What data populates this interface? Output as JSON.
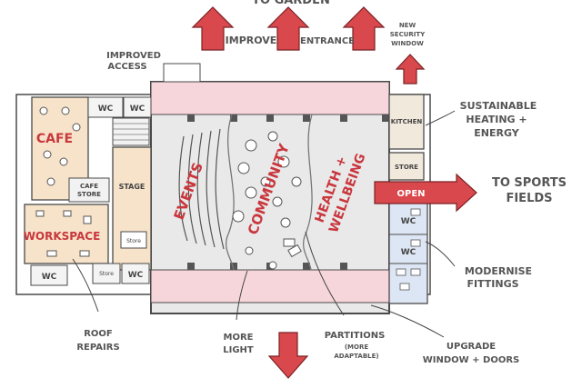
{
  "colors": {
    "outline": "#4a4a4a",
    "hall_floor": "#e9e9e9",
    "pink_band": "#f6d6da",
    "peach": "#f7e3c9",
    "blue_wc": "#dde6f4",
    "red": "#d9484c",
    "dark_red": "#b8343a",
    "annot": "#555555"
  },
  "top_text": "TO GARDEN",
  "arrow_labels": {
    "improve": "IMPROVE",
    "entrance": "ENTRANCE",
    "new_security_window": [
      "NEW",
      "SECURITY",
      "WINDOW"
    ],
    "open": "OPEN"
  },
  "zones": {
    "events": "EVENTS",
    "community": "COMMUNITY",
    "health": [
      "HEALTH +",
      "WELLBEING"
    ],
    "cafe": "CAFE",
    "workspace": "WORKSPACE"
  },
  "rooms": {
    "wc": "WC",
    "cafe_store": [
      "CAFE",
      "STORE"
    ],
    "stage": "STAGE",
    "kitchen": "KITCHEN",
    "store": "STORE",
    "small_store": "Store"
  },
  "annotations": {
    "improved_access": [
      "IMPROVED",
      "ACCESS"
    ],
    "sustainable": [
      "SUSTAINABLE",
      "HEATING +",
      "ENERGY"
    ],
    "sports": [
      "TO SPORTS",
      "FIELDS"
    ],
    "modernise": [
      "MODERNISE",
      "FITTINGS"
    ],
    "roof": [
      "ROOF",
      "REPAIRS"
    ],
    "more_light": [
      "MORE",
      "LIGHT"
    ],
    "partitions": [
      "PARTITIONS"
    ],
    "partitions_sub": [
      "(MORE",
      "ADAPTABLE)"
    ],
    "upgrade": [
      "UPGRADE",
      "WINDOW + DOORS"
    ]
  }
}
